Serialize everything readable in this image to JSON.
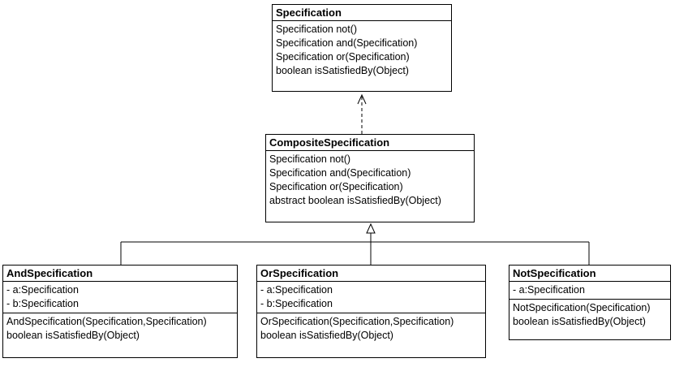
{
  "classes": {
    "specification": {
      "name": "Specification",
      "attributes": [],
      "methods": [
        "Specification not()",
        "Specification and(Specification)",
        "Specification or(Specification)",
        "boolean isSatisfiedBy(Object)"
      ]
    },
    "composite": {
      "name": "CompositeSpecification",
      "attributes": [],
      "methods": [
        "Specification not()",
        "Specification and(Specification)",
        "Specification or(Specification)",
        "abstract boolean isSatisfiedBy(Object)"
      ]
    },
    "and": {
      "name": "AndSpecification",
      "attributes": [
        "- a:Specification",
        "- b:Specification"
      ],
      "methods": [
        "AndSpecification(Specification,Specification)",
        "boolean isSatisfiedBy(Object)"
      ]
    },
    "or": {
      "name": "OrSpecification",
      "attributes": [
        "- a:Specification",
        "- b:Specification"
      ],
      "methods": [
        "OrSpecification(Specification,Specification)",
        "boolean isSatisfiedBy(Object)"
      ]
    },
    "not": {
      "name": "NotSpecification",
      "attributes": [
        "- a:Specification"
      ],
      "methods": [
        "NotSpecification(Specification)",
        "boolean isSatisfiedBy(Object)"
      ]
    }
  },
  "relations": [
    {
      "type": "realization",
      "from": "CompositeSpecification",
      "to": "Specification"
    },
    {
      "type": "generalization",
      "from": "AndSpecification",
      "to": "CompositeSpecification"
    },
    {
      "type": "generalization",
      "from": "OrSpecification",
      "to": "CompositeSpecification"
    },
    {
      "type": "generalization",
      "from": "NotSpecification",
      "to": "CompositeSpecification"
    }
  ]
}
